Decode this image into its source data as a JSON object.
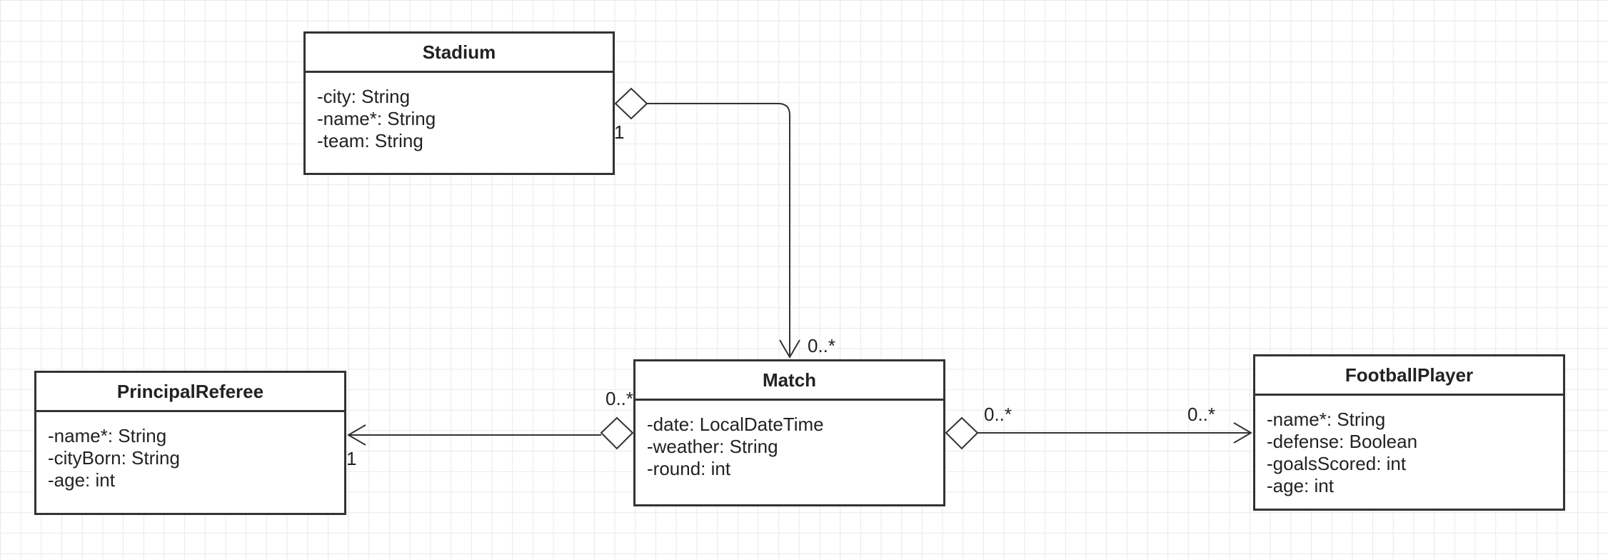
{
  "diagram": {
    "classes": [
      {
        "key": "stadium",
        "name": "Stadium",
        "attributes": [
          "-city: String",
          "-name*: String",
          "-team: String"
        ]
      },
      {
        "key": "referee",
        "name": "PrincipalReferee",
        "attributes": [
          "-name*: String",
          "-cityBorn: String",
          "-age: int"
        ]
      },
      {
        "key": "match",
        "name": "Match",
        "attributes": [
          "-date: LocalDateTime",
          "-weather: String",
          "-round: int"
        ]
      },
      {
        "key": "player",
        "name": "FootballPlayer",
        "attributes": [
          "-name*: String",
          "-defense: Boolean",
          "-goalsScored: int",
          "-age: int"
        ]
      }
    ],
    "associations": {
      "stadium_match": {
        "from_mult": "1",
        "to_mult": "0..*"
      },
      "match_referee": {
        "from_mult": "0..*",
        "to_mult": "1"
      },
      "match_player": {
        "from_mult": "0..*",
        "to_mult": "0..*"
      }
    }
  }
}
